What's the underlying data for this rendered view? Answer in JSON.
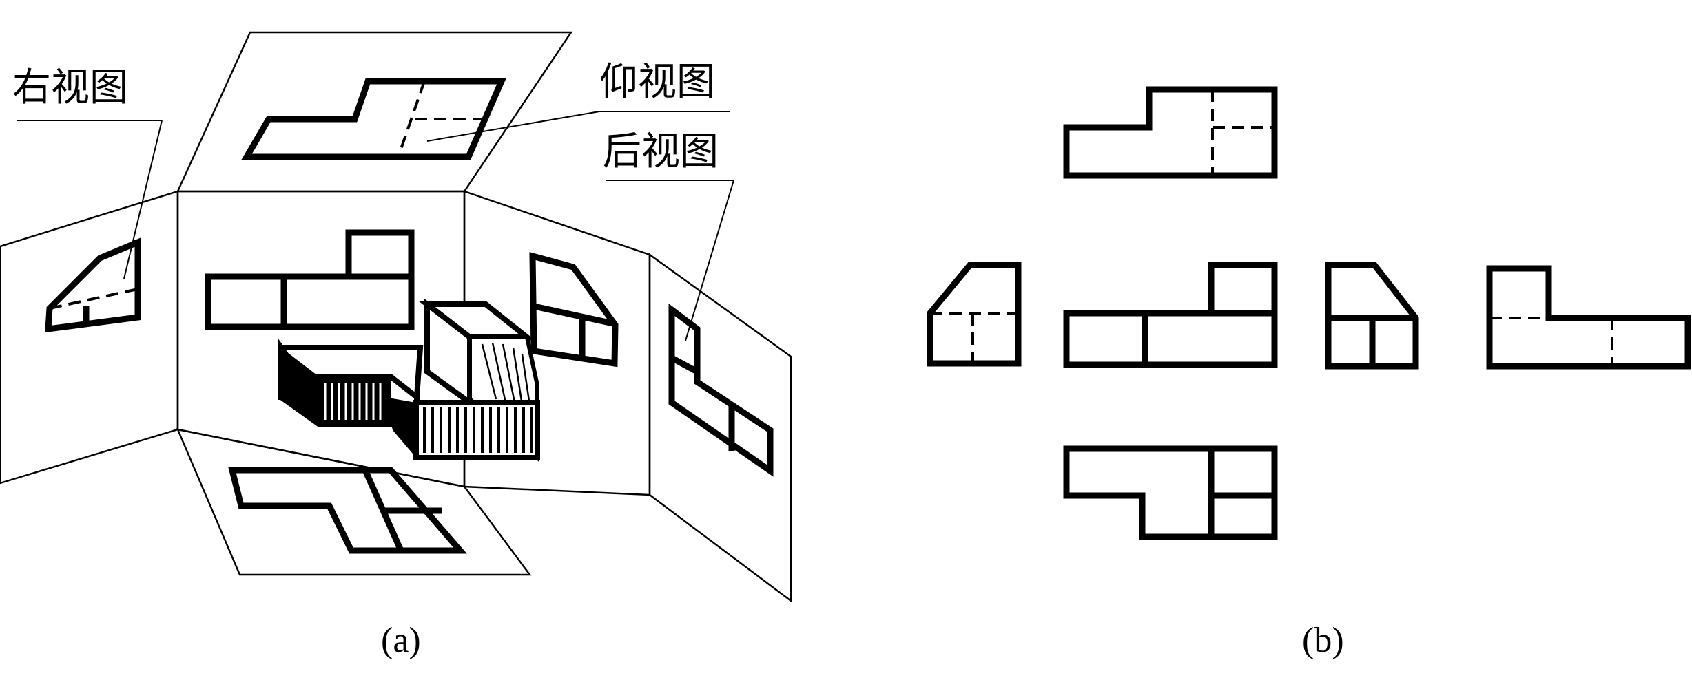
{
  "labels": {
    "right_view": "右视图",
    "bottom_view": "仰视图",
    "rear_view": "后视图"
  },
  "captions": {
    "a": "(a)",
    "b": "(b)"
  }
}
